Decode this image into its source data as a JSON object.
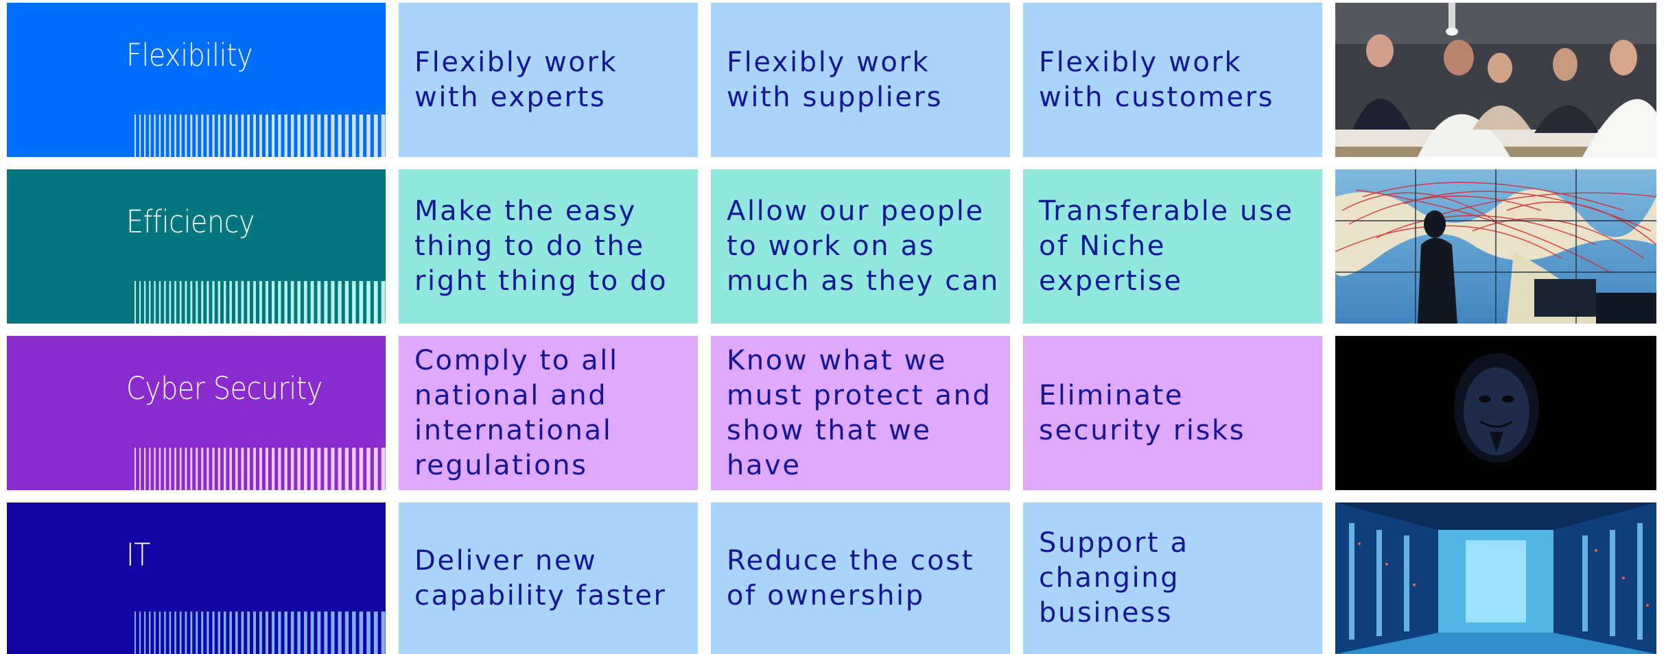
{
  "rows": [
    {
      "heading": "Flexibility",
      "header_color": "#006efd",
      "cell_color": "#a9d5fd",
      "barcode_color": "#cfe3ff",
      "cells": [
        "Flexibly work\nwith experts",
        "Flexibly work\nwith suppliers",
        "Flexibly work\nwith customers"
      ],
      "photo": "business-meeting-photo"
    },
    {
      "heading": "Efficiency",
      "header_color": "#02777f",
      "cell_color": "#90e8de",
      "barcode_color": "#b8f3ea",
      "cells": [
        "Make the easy\nthing to do the\nright thing to do",
        "Allow our people\nto work on as\nmuch as they can",
        "Transferable use\nof Niche\nexpertise"
      ],
      "photo": "world-map-video-wall-photo"
    },
    {
      "heading": "Cyber Security",
      "header_color": "#8a2bd0",
      "cell_color": "#e0a8fb",
      "barcode_color": "#efcbff",
      "cells": [
        "Comply to all\nnational and\ninternational\nregulations",
        "Know what we\nmust protect and\nshow that we\nhave",
        "Eliminate\nsecurity risks"
      ],
      "photo": "masked-hacker-photo"
    },
    {
      "heading": "IT",
      "header_color": "#1206a4",
      "cell_color": "#a9d5fd",
      "barcode_color": "#7fb0ff",
      "cells": [
        "Deliver new\ncapability faster",
        "Reduce the cost\nof ownership",
        "Support a\nchanging\nbusiness"
      ],
      "photo": "server-room-photo"
    }
  ],
  "text_color": "#13169a"
}
